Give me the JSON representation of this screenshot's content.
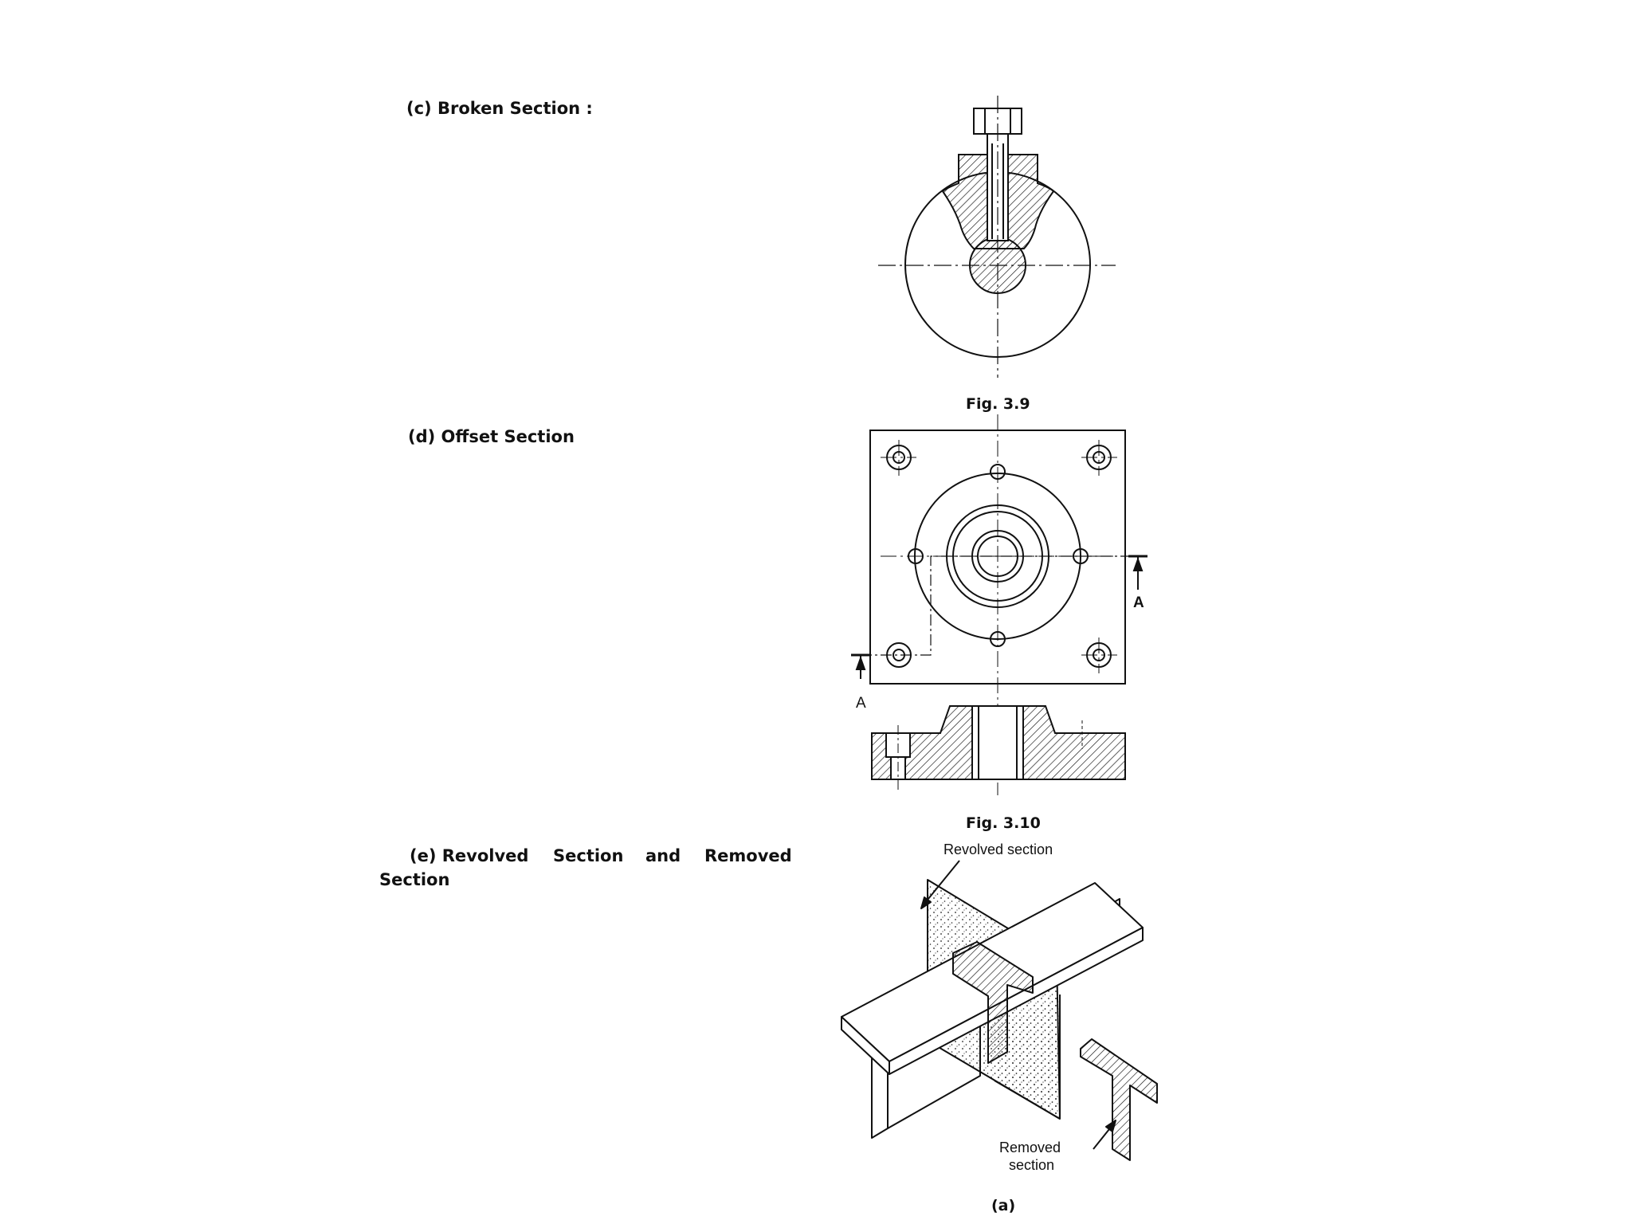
{
  "sections": {
    "broken": {
      "label": "(c) Broken Section :"
    },
    "offset": {
      "label": "(d) Offset  Section"
    },
    "revolved": {
      "w1": "(e) Revolved",
      "w2": "Section",
      "w3": "and",
      "w4": "Removed",
      "w5": "Section"
    }
  },
  "figures": {
    "fig39": {
      "caption": "Fig. 3.9"
    },
    "fig310": {
      "caption": "Fig. 3.10",
      "cut_label": "A"
    },
    "figa": {
      "caption": "(a)",
      "revolved_label": "Revolved section",
      "removed_label_1": "Removed",
      "removed_label_2": "section"
    }
  },
  "colors": {
    "ink": "#111111",
    "background": "#ffffff"
  }
}
